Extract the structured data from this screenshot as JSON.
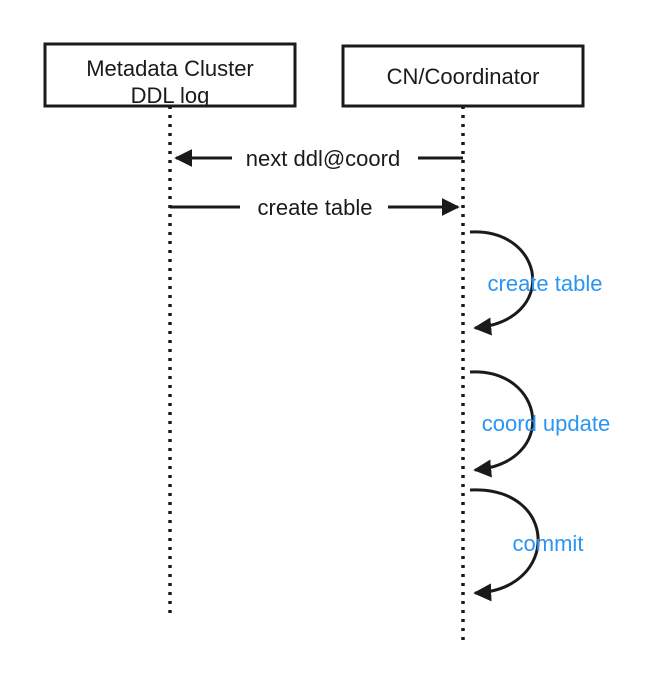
{
  "participants": [
    {
      "id": "metadata",
      "line1": "Metadata Cluster",
      "line2": "DDL log"
    },
    {
      "id": "coordinator",
      "line1": "CN/Coordinator"
    }
  ],
  "messages": [
    {
      "label": "next ddl@coord",
      "from": "coordinator",
      "to": "metadata"
    },
    {
      "label": "create table",
      "from": "metadata",
      "to": "coordinator"
    }
  ],
  "self_calls": [
    {
      "label": "create table",
      "on": "coordinator"
    },
    {
      "label": "coord update",
      "on": "coordinator"
    },
    {
      "label": "commit",
      "on": "coordinator"
    }
  ],
  "colors": {
    "line": "#1a1a1a",
    "self_call_label": "#2b95f2",
    "background": "#ffffff"
  }
}
